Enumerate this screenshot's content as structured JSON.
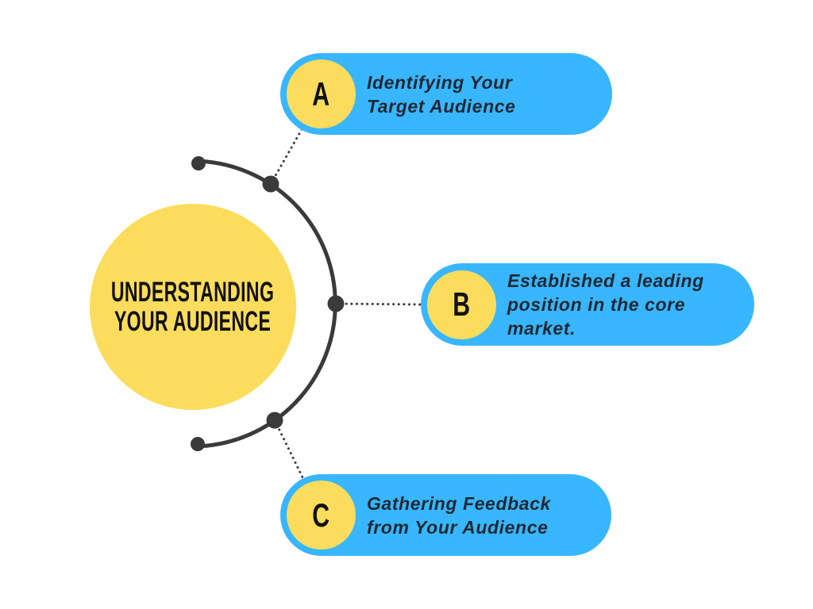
{
  "center": {
    "title_lines": [
      "UNDERSTANDING",
      "YOUR AUDIENCE"
    ]
  },
  "items": [
    {
      "label": "A",
      "lines": [
        "Identifying Your",
        "Target Audience",
        ""
      ]
    },
    {
      "label": "B",
      "lines": [
        "Established a leading",
        "position in the core",
        "market."
      ]
    },
    {
      "label": "C",
      "lines": [
        "Gathering Feedback",
        "from Your Audience",
        ""
      ]
    }
  ],
  "colors": {
    "background": "#ffffff",
    "pill_blue": "#38b6ff",
    "circle_yellow": "#fcdc5c",
    "arc_dark": "#3a3a3a",
    "letter_ink": "#111111",
    "pill_text_dark": "#1e2832"
  }
}
